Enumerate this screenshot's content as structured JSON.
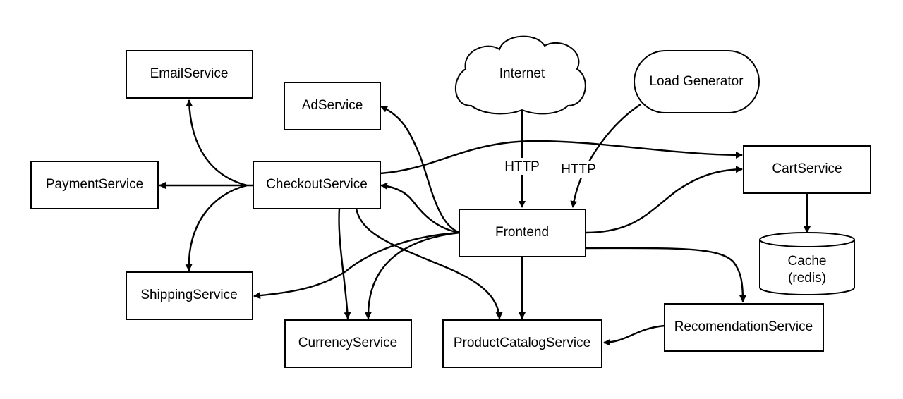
{
  "diagram": {
    "nodes": {
      "email": "EmailService",
      "ad": "AdService",
      "internet": "Internet",
      "loadgen": "Load Generator",
      "payment": "PaymentService",
      "checkout": "CheckoutService",
      "cart": "CartService",
      "frontend": "Frontend",
      "cache_line1": "Cache",
      "cache_line2": "(redis)",
      "shipping": "ShippingService",
      "recommendation": "RecomendationService",
      "currency": "CurrencyService",
      "productcatalog": "ProductCatalogService"
    },
    "edge_labels": {
      "internet_http": "HTTP",
      "loadgen_http": "HTTP"
    },
    "colors": {
      "stroke": "#000000",
      "fill": "#ffffff"
    }
  }
}
